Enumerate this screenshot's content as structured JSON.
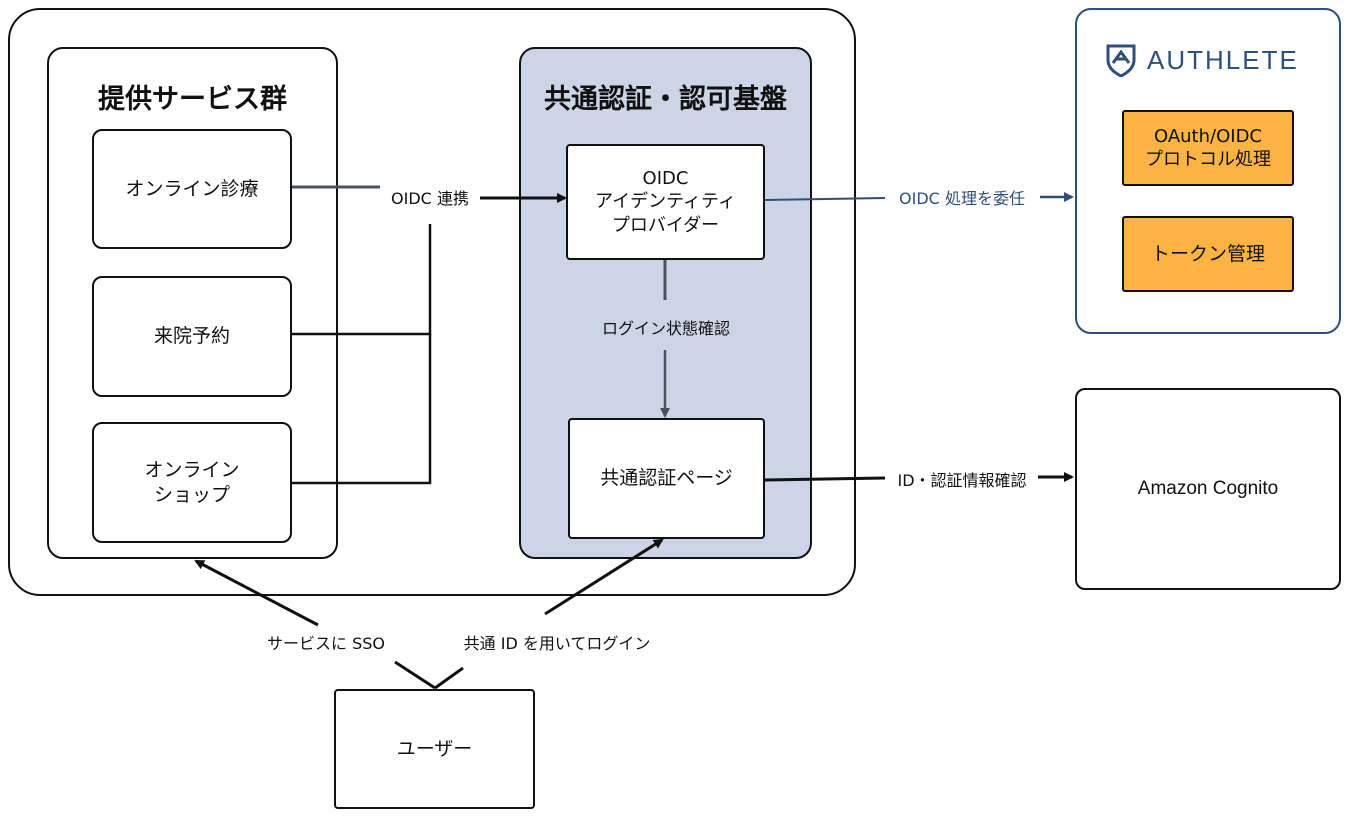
{
  "service_group": {
    "title": "提供サービス群",
    "services": [
      "オンライン診療",
      "来院予約",
      "オンライン\nショップ"
    ]
  },
  "auth_platform": {
    "title": "共通認証・認可基盤",
    "idp": "OIDC\nアイデンティティ\nプロバイダー",
    "login_page": "共通認証ページ"
  },
  "authlete": {
    "logo_text": "AUTHLETE",
    "logo_color": "#2d4f7c",
    "functions": [
      "OAuth/OIDC\nプロトコル処理",
      "トークン管理"
    ],
    "function_color": "#fbb443"
  },
  "cognito": {
    "label": "Amazon Cognito"
  },
  "user": {
    "label": "ユーザー"
  },
  "connections": {
    "oidc_federation": "OIDC 連携",
    "login_state_check": "ログイン状態確認",
    "oidc_delegate": "OIDC 処理を委任",
    "id_auth_check": "ID・認証情報確認",
    "sso": "サービスに SSO",
    "common_id_login": "共通 ID を用いてログイン"
  },
  "colors": {
    "platform_fill": "#cbd5e6",
    "delegate_arrow": "#2d4f7c",
    "connector_gray": "#4a5260"
  }
}
